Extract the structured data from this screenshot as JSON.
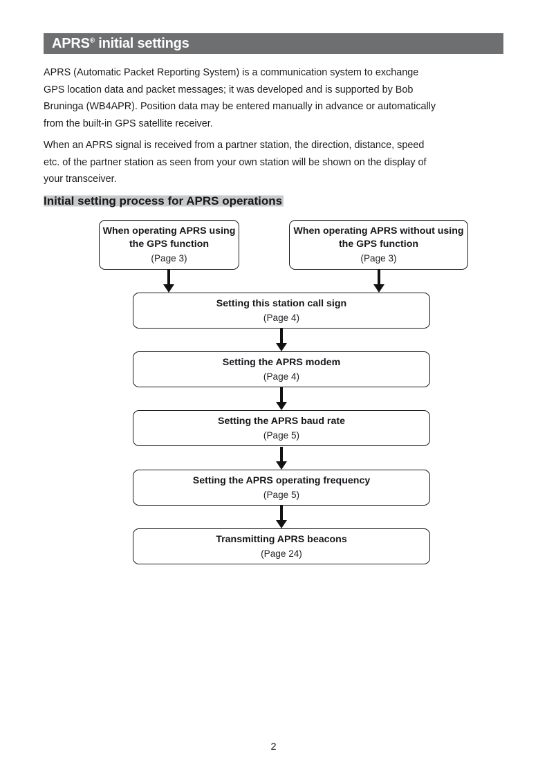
{
  "document": {
    "title_bar": {
      "text_main": "APRS",
      "text_sup": "®",
      "text_rest": " initial settings",
      "background_color": "#6e6f71",
      "text_color": "#ffffff"
    },
    "paragraphs": [
      {
        "lines": [
          "APRS (Automatic Packet Reporting System) is a communication system to exchange",
          "GPS location data and packet messages; it was developed and is supported by Bob",
          "Bruninga (WB4APR). Position data may be entered manually in advance or automatically",
          "from the built-in GPS satellite receiver."
        ]
      },
      {
        "lines": [
          "When an APRS signal is received from a partner station, the direction, distance, speed",
          "etc. of the partner station as seen from your own station will be shown on the display of",
          "your transceiver."
        ]
      }
    ],
    "section_heading": {
      "text": "Initial setting process for APRS operations",
      "highlight_color": "#c9cacc"
    },
    "flowchart": {
      "top_row": [
        {
          "title": "When operating APRS using the GPS function",
          "page_ref": "(Page 3)"
        },
        {
          "title": "When operating APRS without using the GPS function",
          "page_ref": "(Page 3)"
        }
      ],
      "steps": [
        {
          "title": "Setting this station call sign",
          "page_ref": "(Page 4)"
        },
        {
          "title": "Setting the APRS modem",
          "page_ref": "(Page 4)"
        },
        {
          "title": "Setting the APRS baud rate",
          "page_ref": "(Page 5)"
        },
        {
          "title": "Setting the APRS operating frequency",
          "page_ref": "(Page 5)"
        },
        {
          "title": "Transmitting APRS beacons",
          "page_ref": "(Page 24)"
        }
      ],
      "box_border_color": "#1a1a1a",
      "arrow_color": "#111214"
    },
    "page_number": "2"
  }
}
